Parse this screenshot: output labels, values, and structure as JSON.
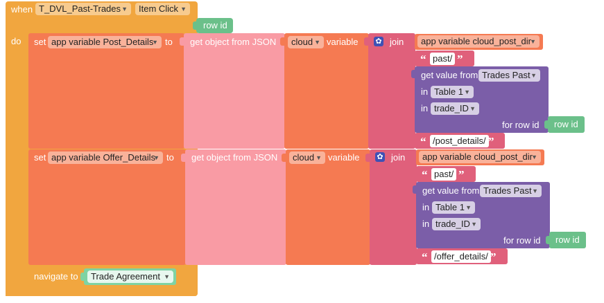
{
  "event": {
    "when": "when",
    "component": "T_DVL_Past-Trades",
    "event_name": "Item Click",
    "param": "row id",
    "do": "do"
  },
  "set1": {
    "set": "set",
    "variable": "app variable Post_Details",
    "to": "to",
    "get_json": "get object from JSON",
    "source": "cloud",
    "source_kind": "variable",
    "join": "join",
    "join_item1": "app variable cloud_post_dir",
    "text1": "past/",
    "get_value": "get value from",
    "dataset": "Trades Past",
    "in_label1": "in",
    "table": "Table 1",
    "in_label2": "in",
    "column": "trade_ID",
    "for_row_id": "for row id",
    "row_id": "row id",
    "text2": "/post_details/"
  },
  "set2": {
    "set": "set",
    "variable": "app variable Offer_Details",
    "to": "to",
    "get_json": "get object from JSON",
    "source": "cloud",
    "source_kind": "variable",
    "join": "join",
    "join_item1": "app variable cloud_post_dir",
    "text1": "past/",
    "get_value": "get value from",
    "dataset": "Trades Past",
    "in_label1": "in",
    "table": "Table 1",
    "in_label2": "in",
    "column": "trade_ID",
    "for_row_id": "for row id",
    "row_id": "row id",
    "text2": "/offer_details/"
  },
  "navigate": {
    "label": "navigate to",
    "screen": "Trade Agreement"
  },
  "quote_open": "“",
  "quote_close": "”",
  "colors": {
    "event": "#f1a63f",
    "set": "#f57a52",
    "json": "#f99ba4",
    "cloud": "#f57a52",
    "join": "#e0607b",
    "text": "#e0607b",
    "get_value": "#7b5ea8",
    "row_id": "#6bc08a",
    "navigate": "#f1a63f"
  }
}
